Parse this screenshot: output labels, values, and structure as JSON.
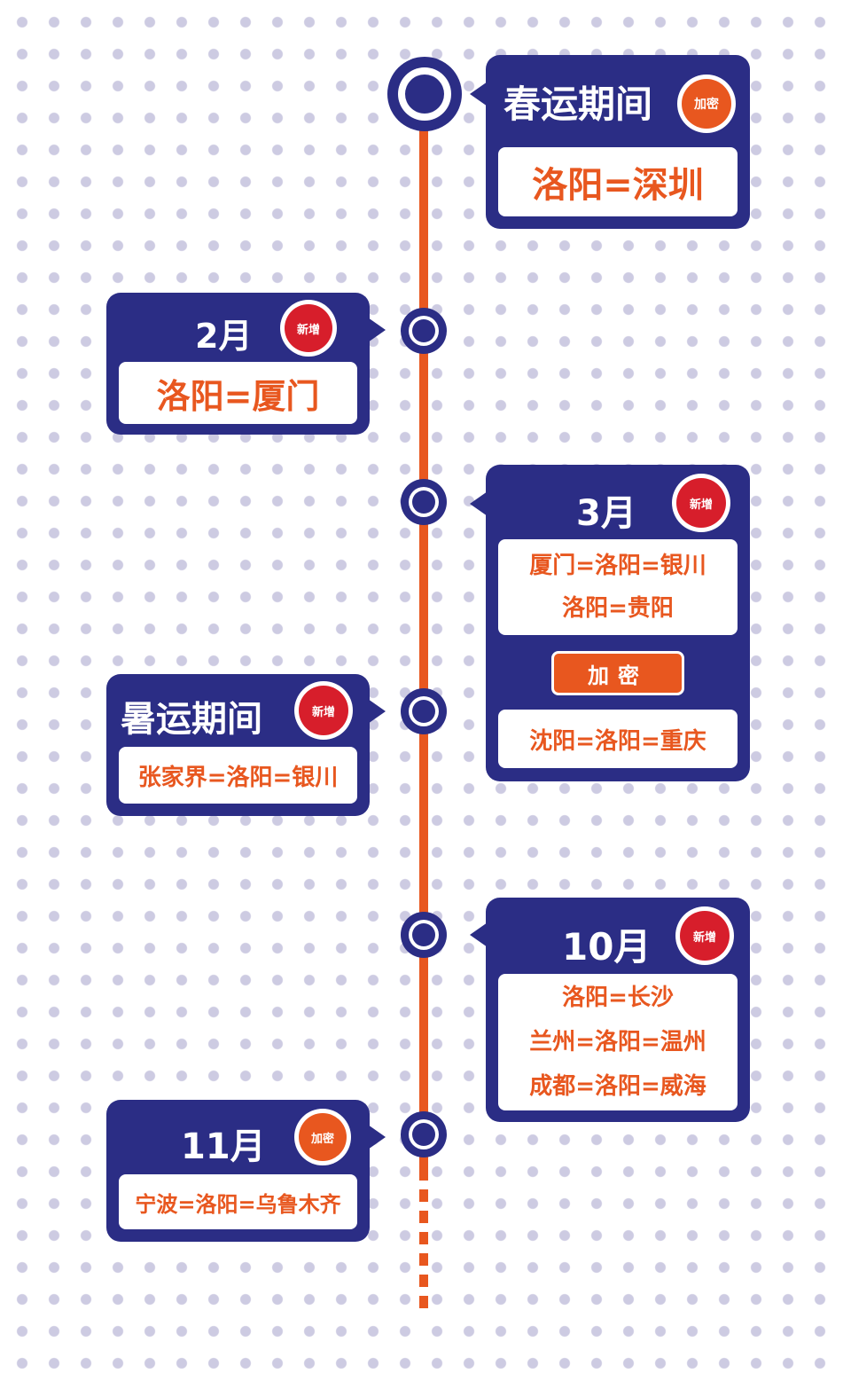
{
  "colors": {
    "navy": "#2b2d85",
    "orange": "#e8571f",
    "red": "#d71e2b",
    "dot": "#cdcbe2"
  },
  "events": [
    {
      "title": "春运期间",
      "badge": "加密",
      "routes": [
        "洛阳=深圳"
      ]
    },
    {
      "title": "2月",
      "badge": "新增",
      "routes": [
        "洛阳=厦门"
      ]
    },
    {
      "title": "3月",
      "badge": "新增",
      "routes": [
        "厦门=洛阳=银川",
        "洛阳=贵阳"
      ],
      "sub_tag": "加密",
      "sub_routes": [
        "沈阳=洛阳=重庆"
      ]
    },
    {
      "title": "暑运期间",
      "badge": "新增",
      "routes": [
        "张家界=洛阳=银川"
      ]
    },
    {
      "title": "10月",
      "badge": "新增",
      "routes": [
        "洛阳=长沙",
        "兰州=洛阳=温州",
        "成都=洛阳=威海"
      ]
    },
    {
      "title": "11月",
      "badge": "加密",
      "routes": [
        "宁波=洛阳=乌鲁木齐"
      ]
    }
  ]
}
